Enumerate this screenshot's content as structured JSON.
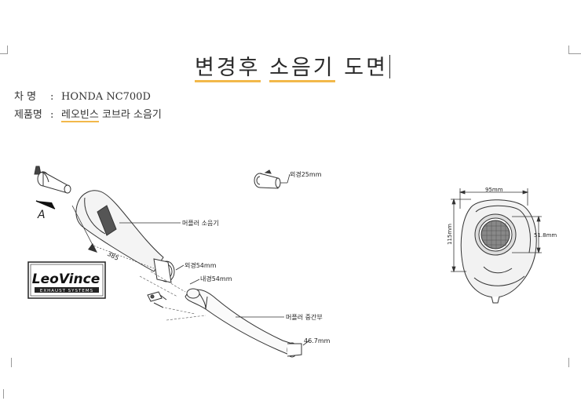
{
  "title": {
    "part1": "변경후",
    "part2": "소음기",
    "part3": "도면"
  },
  "info": {
    "vehicle_label": "차 명",
    "vehicle_value": "HONDA NC700D",
    "product_label": "제품명",
    "product_value_highlighted": "레오빈스",
    "product_value_rest": " 코브라 소음기"
  },
  "logo": {
    "brand": "LeoVince",
    "sub": "EXHAUST SYSTEMS"
  },
  "drawing_labels": {
    "view_letter": "A",
    "length": "385",
    "outer_25": "외경25mm",
    "muffler": "머플러 소음기",
    "outer_54": "외경54mm",
    "inner_54": "내경54mm",
    "mid_pipe": "머플러 중간부",
    "outlet": "46.7mm",
    "width_95": "95mm",
    "height_115": "115mm",
    "dia_518": "51.8mm"
  }
}
